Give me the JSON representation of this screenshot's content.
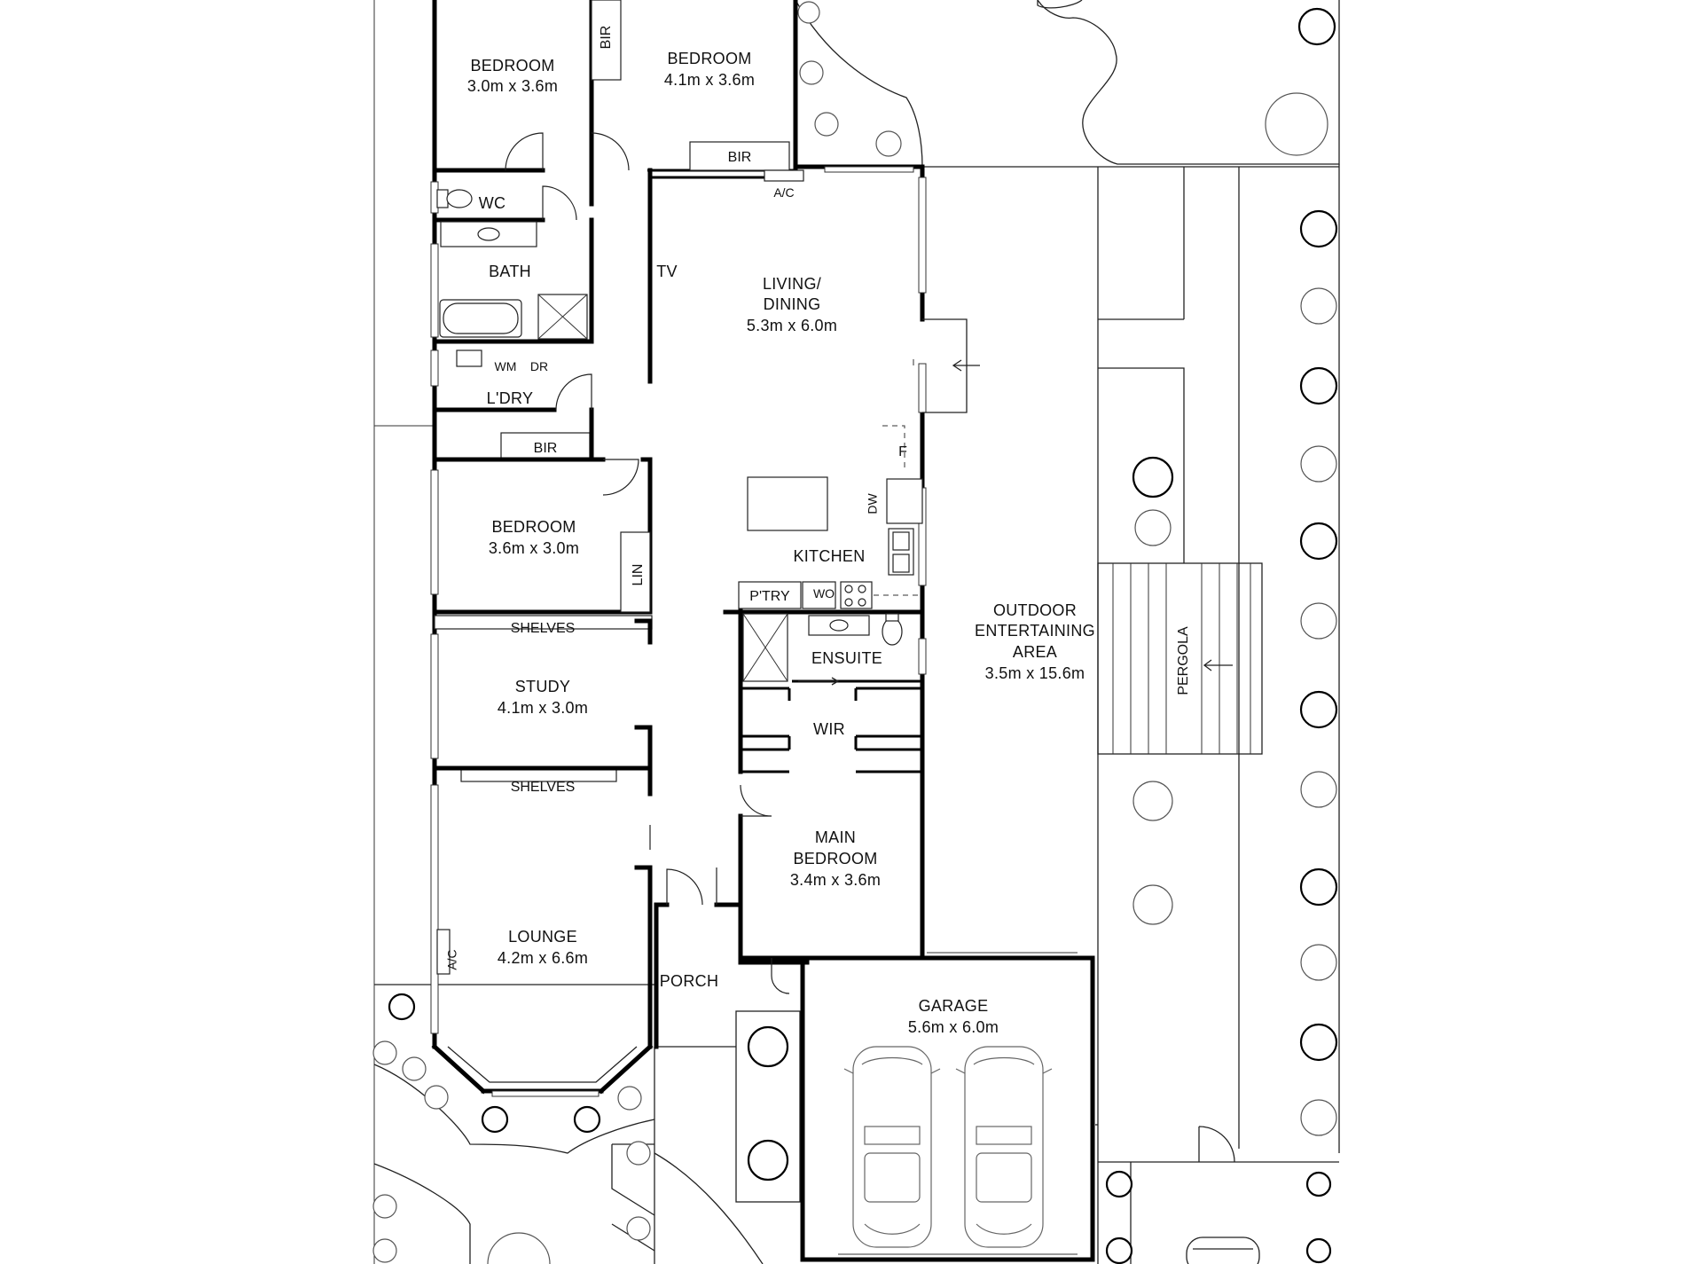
{
  "plan": {
    "rooms": {
      "bedroom_tl": {
        "name": "BEDROOM",
        "size": "3.0m x 3.6m"
      },
      "bedroom_tr": {
        "name": "BEDROOM",
        "size": "4.1m x 3.6m"
      },
      "bedroom_mid": {
        "name": "BEDROOM",
        "size": "3.6m x 3.0m"
      },
      "living": {
        "name_l1": "LIVING/",
        "name_l2": "DINING",
        "size": "5.3m x 6.0m"
      },
      "study": {
        "name": "STUDY",
        "size": "4.1m x 3.0m"
      },
      "main_bedroom": {
        "name_l1": "MAIN",
        "name_l2": "BEDROOM",
        "size": "3.4m x 3.6m"
      },
      "lounge": {
        "name": "LOUNGE",
        "size": "4.2m x 6.6m"
      },
      "garage": {
        "name": "GARAGE",
        "size": "5.6m x 6.0m"
      },
      "outdoor": {
        "name_l1": "OUTDOOR",
        "name_l2": "ENTERTAINING",
        "name_l3": "AREA",
        "size": "3.5m x 15.6m"
      }
    },
    "labels": {
      "bir": "BIR",
      "wc": "WC",
      "bath": "BATH",
      "wm": "WM",
      "dr": "DR",
      "laundry": "L'DRY",
      "tv": "TV",
      "ac": "A/C",
      "f": "F",
      "dw": "DW",
      "kitchen": "KITCHEN",
      "pantry": "P'TRY",
      "wo": "WO",
      "lin": "LIN",
      "shelves": "SHELVES",
      "ensuite": "ENSUITE",
      "wir": "WIR",
      "porch": "PORCH",
      "pergola": "PERGOLA"
    }
  }
}
